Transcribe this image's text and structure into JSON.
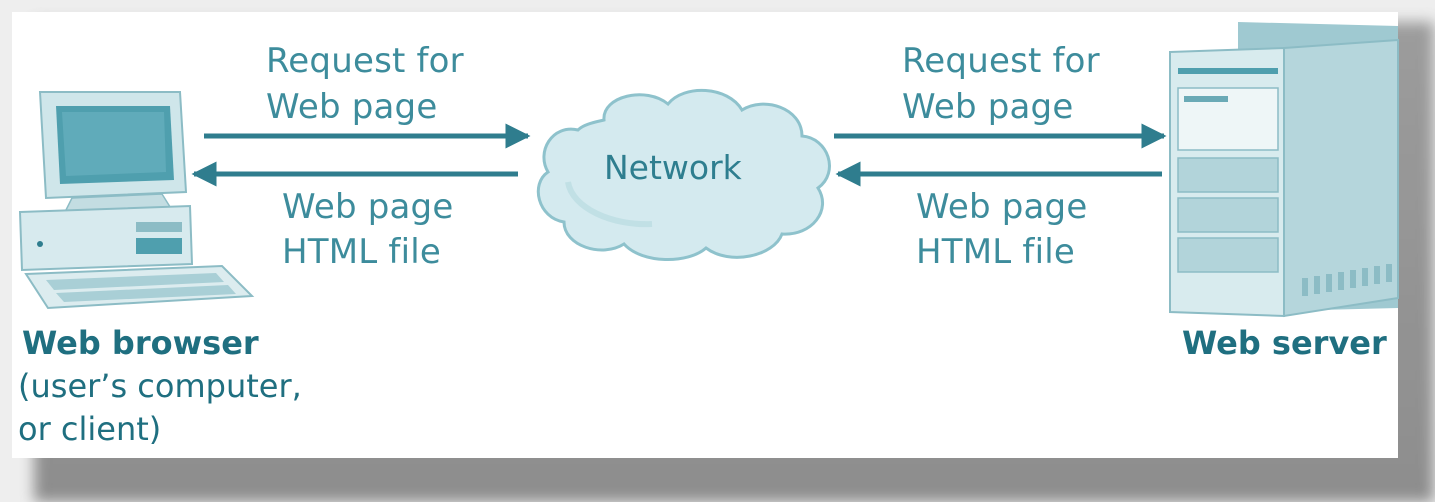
{
  "diagram": {
    "client": {
      "title": "Web browser",
      "subtitle_line1": "(user’s computer,",
      "subtitle_line2": "or client)"
    },
    "server": {
      "title": "Web server"
    },
    "network": {
      "label": "Network"
    },
    "left_link": {
      "request_line1": "Request for",
      "request_line2": "Web page",
      "response_line1": "Web page",
      "response_line2": "HTML file"
    },
    "right_link": {
      "request_line1": "Request for",
      "request_line2": "Web page",
      "response_line1": "Web page",
      "response_line2": "HTML file"
    },
    "colors": {
      "accent": "#3d8c9c",
      "arrow": "#2f7d8e",
      "device_fill": "#d9ecef",
      "device_stroke": "#7fb3bd",
      "cloud_fill": "#d4eaef"
    }
  }
}
